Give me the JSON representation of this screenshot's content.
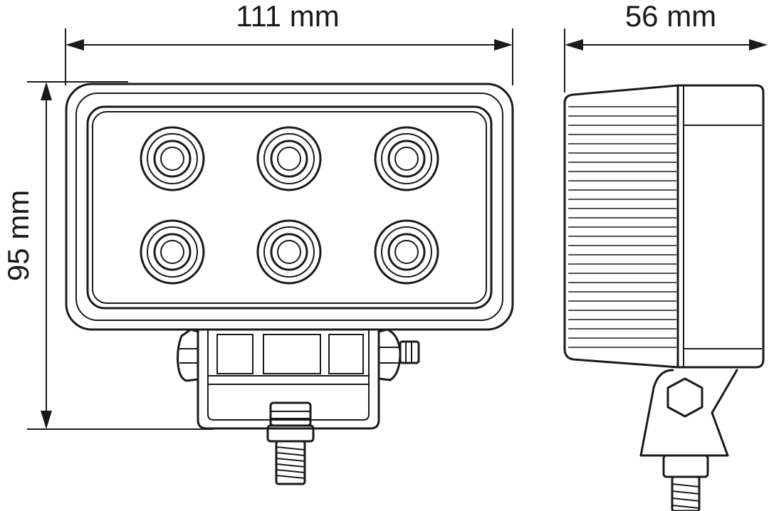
{
  "dimensions": {
    "width_label": "111 mm",
    "depth_label": "56 mm",
    "height_label": "95 mm"
  },
  "colors": {
    "line": "#1a1a1a",
    "background": "#ffffff"
  }
}
